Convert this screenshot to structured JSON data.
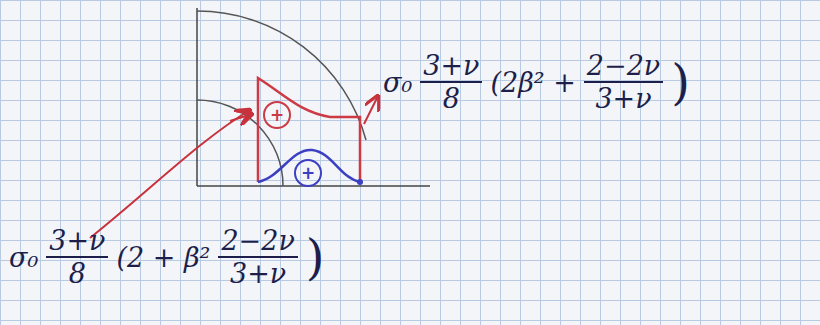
{
  "diagram": {
    "nodes": [
      {
        "text": [
          "+"
        ]
      },
      {
        "text": [
          "+"
        ]
      }
    ],
    "labels": [
      "σ₀",
      "3+ν",
      "8",
      "(2β² +",
      "2−2ν",
      "3+ν",
      ")",
      "σ₀",
      "3+ν",
      "8",
      "(2 + β²",
      "2−2ν",
      "3+ν",
      ")"
    ]
  }
}
